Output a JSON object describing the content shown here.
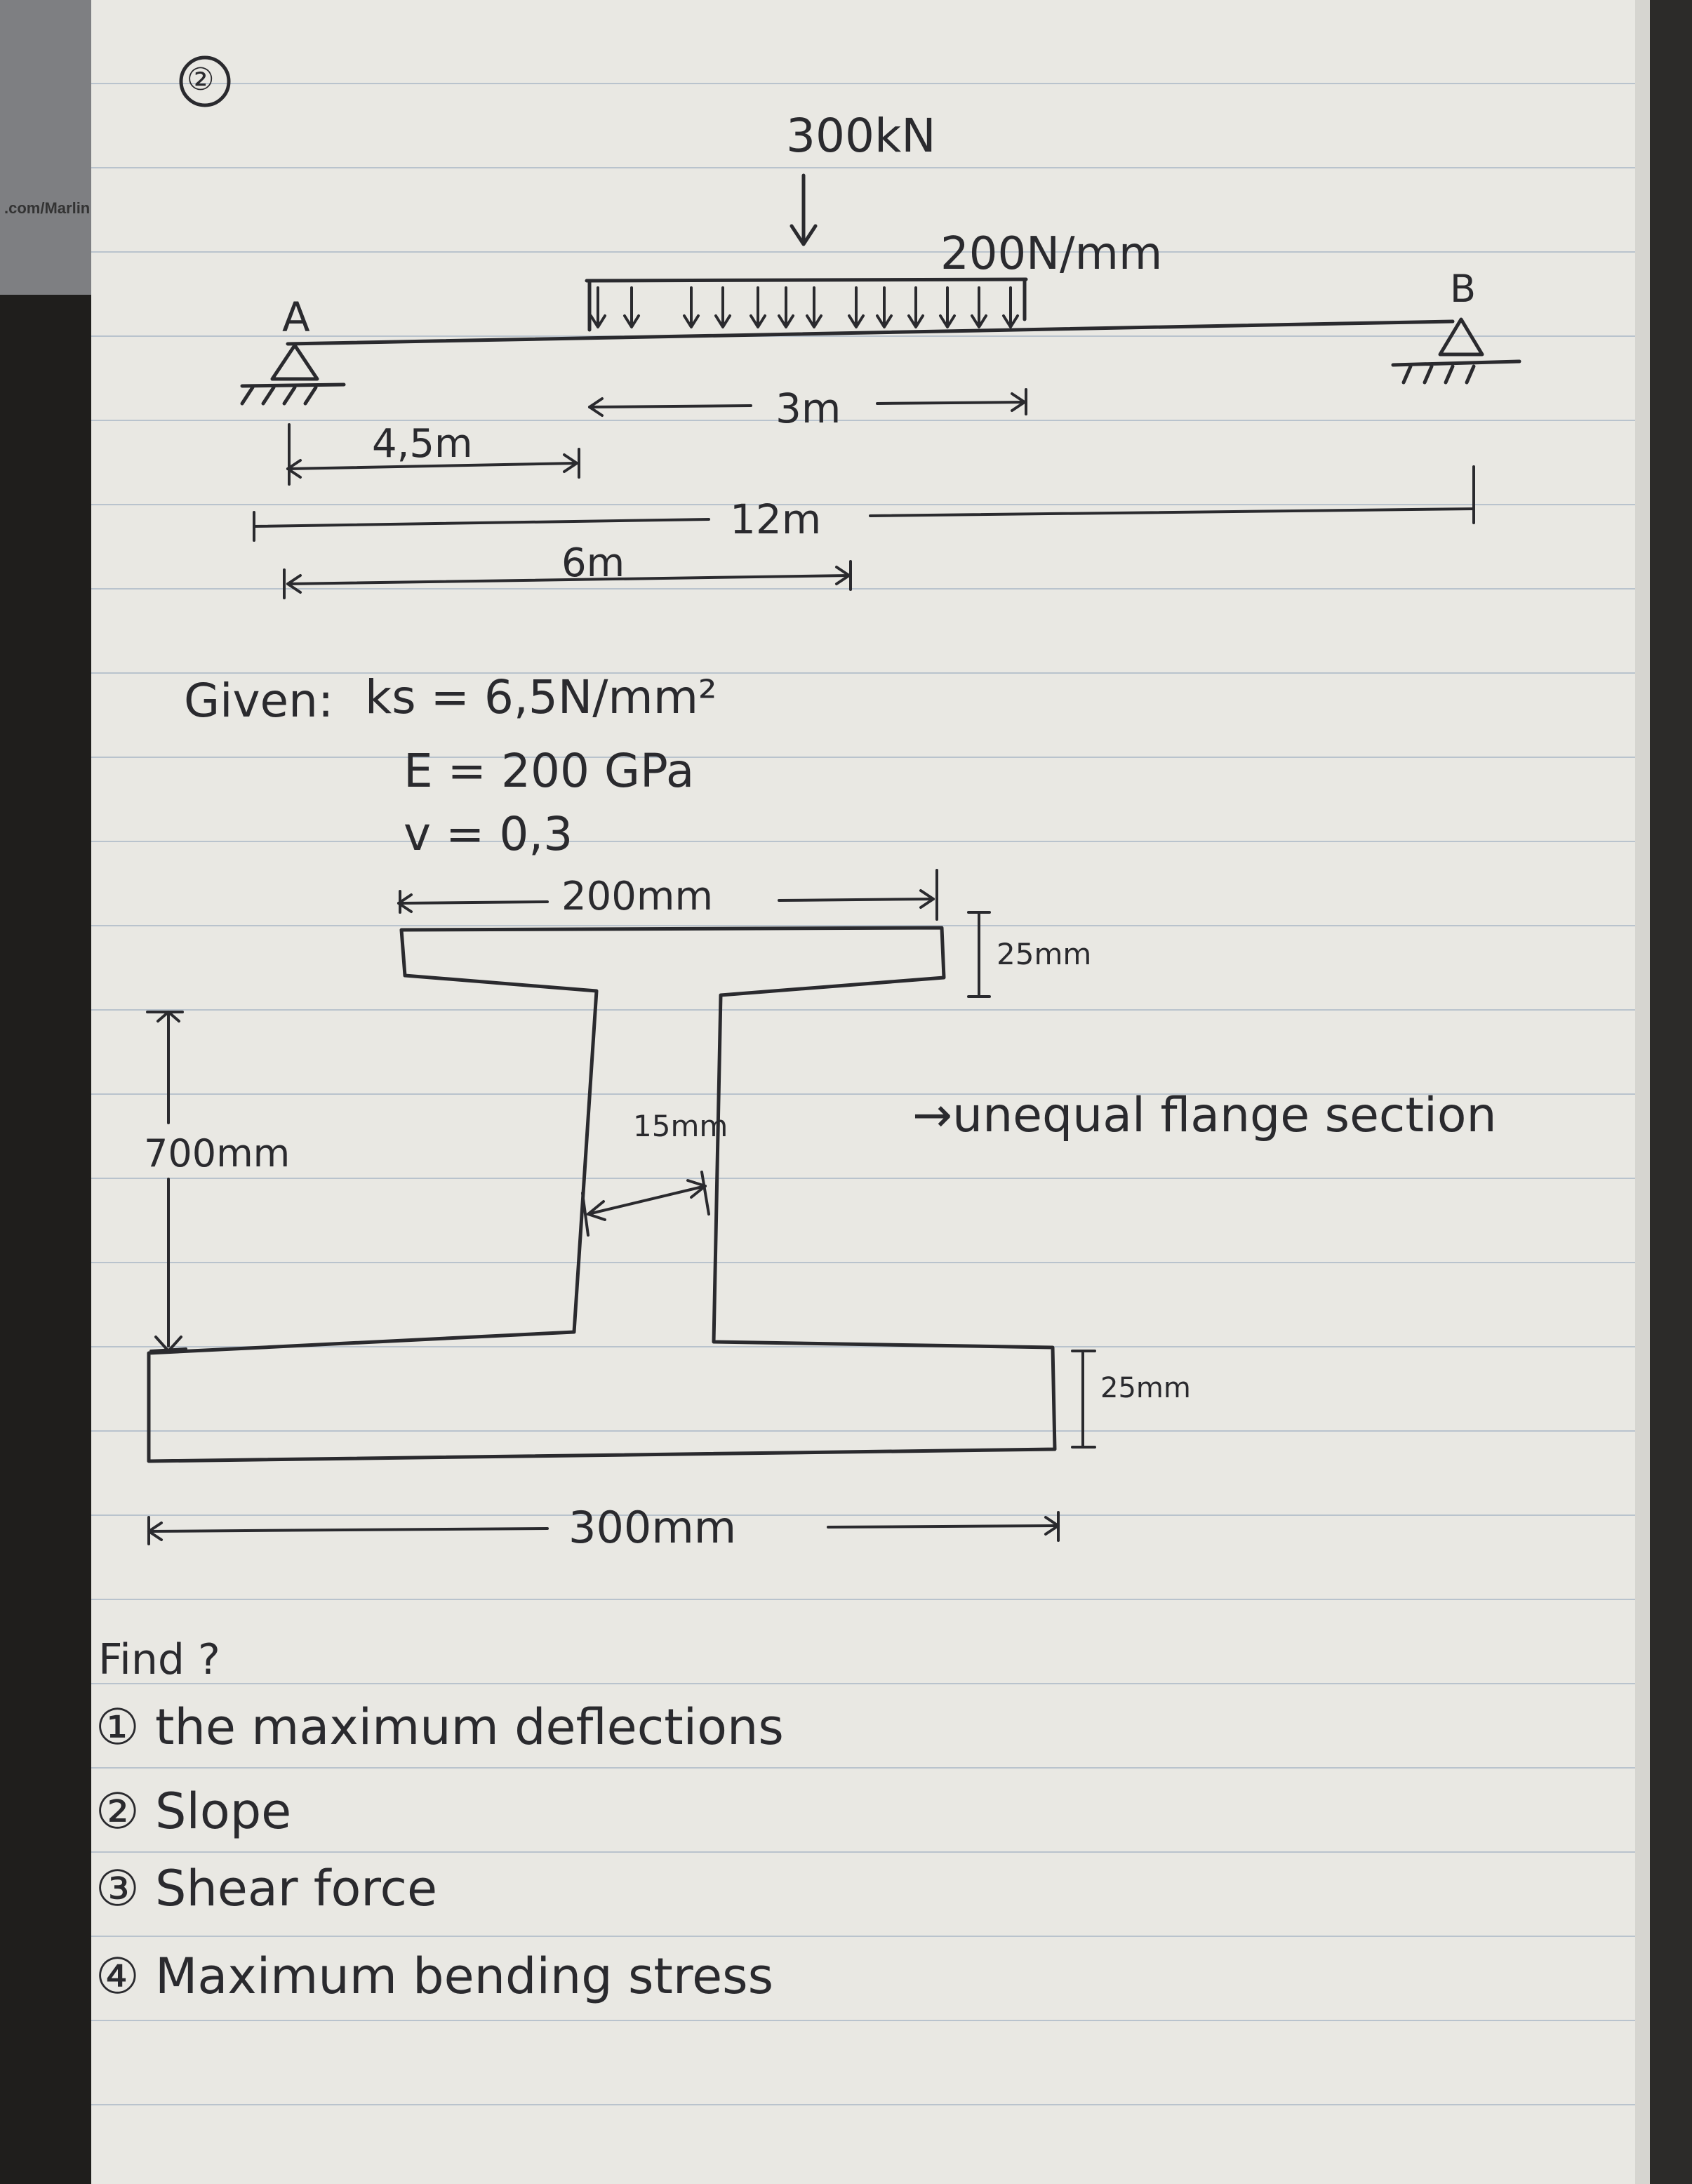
{
  "problem_number": "②",
  "beam": {
    "point_load": "300kN",
    "udl": "200N/mm",
    "support_left": "A",
    "support_right": "B",
    "dim_udl_span": "3m",
    "dim_to_udl": "4,5m",
    "dim_total": "12m",
    "dim_to_point_load": "6m"
  },
  "given": {
    "prefix": "Given:",
    "ks": "ks = 6,5N/mm²",
    "E": "E = 200 GPa",
    "v": "v = 0,3"
  },
  "section": {
    "top_flange_width": "200mm",
    "top_flange_thickness": "25mm",
    "depth": "700mm",
    "web_thickness": "15mm",
    "bottom_flange_thickness": "25mm",
    "bottom_flange_width": "300mm",
    "note": "→unequal flange section"
  },
  "find": {
    "heading": "Find ?",
    "items": [
      "① the maximum deflections",
      "② Slope",
      "③ Shear force",
      "④ Maximum bending stress"
    ]
  }
}
